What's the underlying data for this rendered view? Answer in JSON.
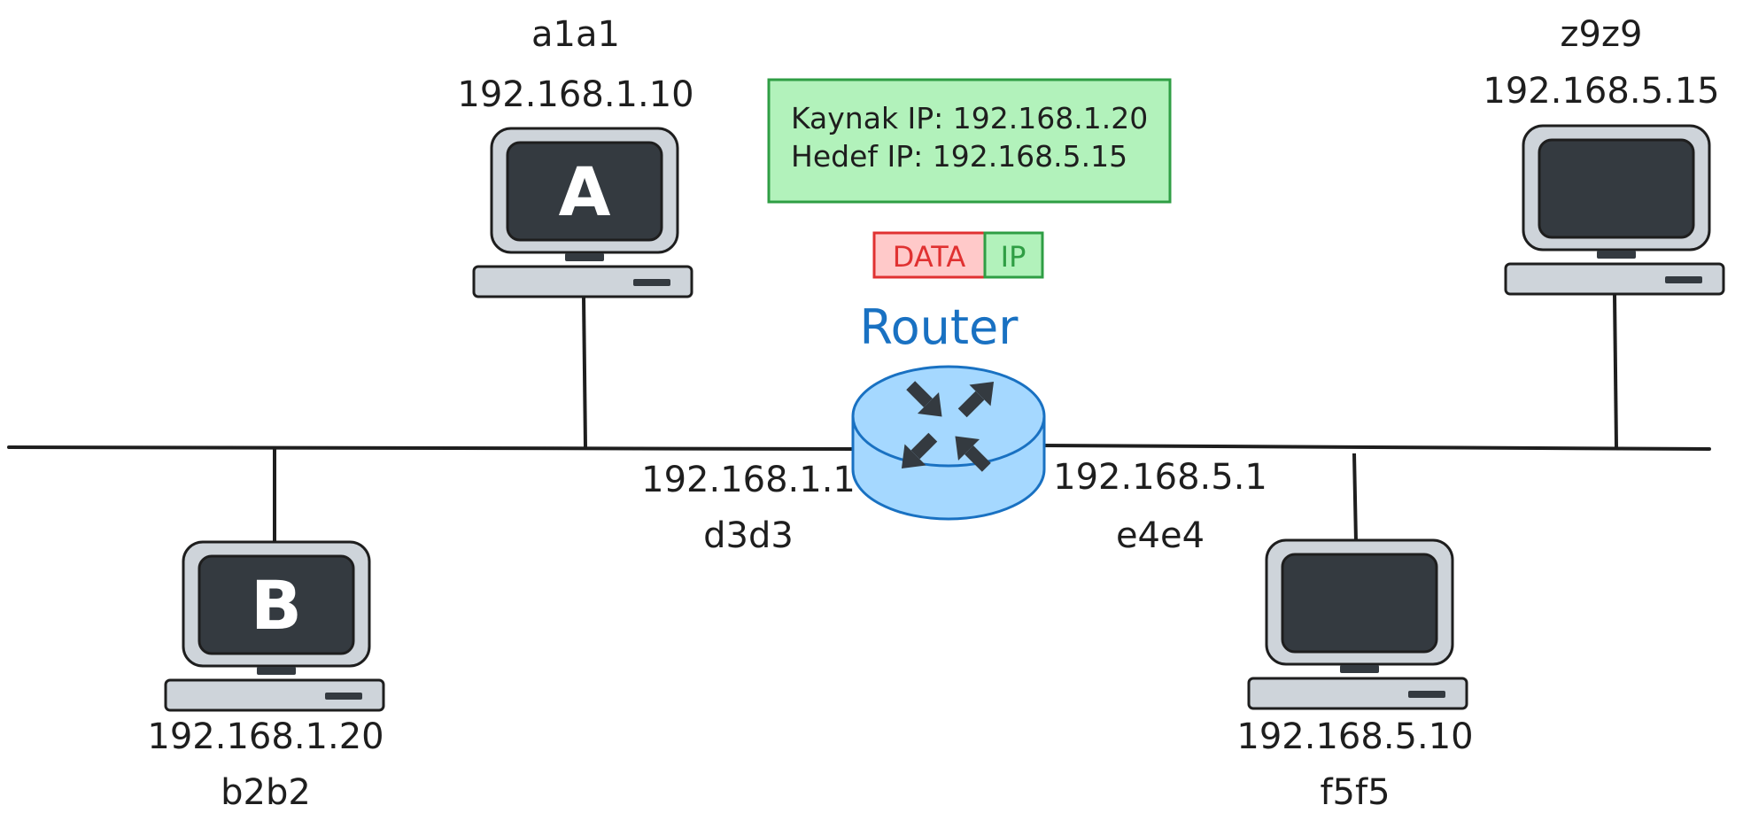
{
  "router": {
    "label": "Router",
    "color": "#1971c2"
  },
  "packet": {
    "source_line": "Kaynak IP: 192.168.1.20",
    "dest_line": "Hedef IP: 192.168.5.15",
    "data_label": "DATA",
    "ip_label": "IP"
  },
  "hosts": {
    "a": {
      "name": "a1a1",
      "ip": "192.168.1.10",
      "letter": "A"
    },
    "b": {
      "ip": "192.168.1.20",
      "name": "b2b2",
      "letter": "B"
    },
    "z": {
      "name": "z9z9",
      "ip": "192.168.5.15"
    },
    "f": {
      "ip": "192.168.5.10",
      "name": "f5f5"
    }
  },
  "interfaces": {
    "left": {
      "ip": "192.168.1.1",
      "mac": "d3d3"
    },
    "right": {
      "ip": "192.168.5.1",
      "mac": "e4e4"
    }
  },
  "colors": {
    "stroke": "#1e1e1e",
    "screen": "#343a40",
    "case": "#ced4da",
    "router_fill": "#a5d8ff",
    "header_fill": "#b2f2bb",
    "header_stroke": "#2f9e44",
    "data_fill": "#ffc9c9",
    "data_stroke": "#e03131"
  }
}
